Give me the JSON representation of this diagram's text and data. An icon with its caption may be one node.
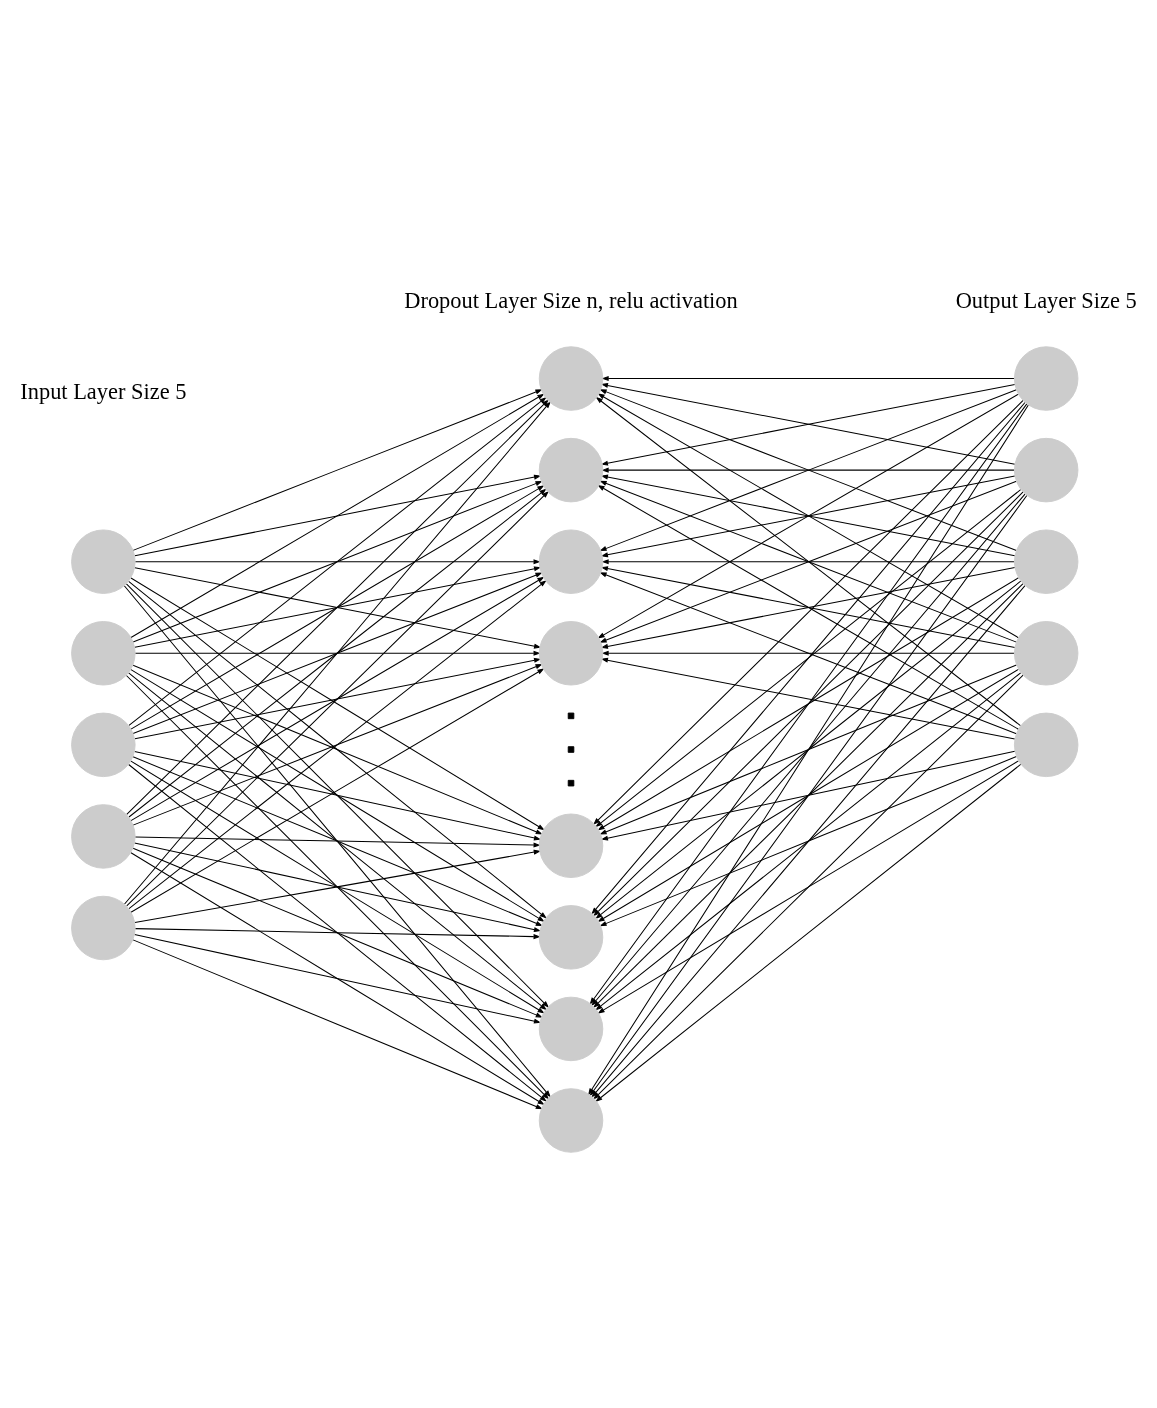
{
  "diagram": {
    "nodes": [
      {
        "text": [],
        "shape": "circle"
      },
      {
        "text": [],
        "shape": "circle"
      },
      {
        "text": [],
        "shape": "circle"
      },
      {
        "text": [],
        "shape": "circle"
      },
      {
        "text": [],
        "shape": "circle"
      },
      {
        "text": [],
        "shape": "circle"
      },
      {
        "text": [],
        "shape": "circle"
      },
      {
        "text": [],
        "shape": "circle"
      },
      {
        "text": [],
        "shape": "circle"
      },
      {
        "text": [],
        "shape": "circle"
      },
      {
        "text": [],
        "shape": "circle"
      },
      {
        "text": [],
        "shape": "circle"
      },
      {
        "text": [],
        "shape": "circle"
      },
      {
        "text": [],
        "shape": "circle"
      },
      {
        "text": [],
        "shape": "circle"
      },
      {
        "text": [],
        "shape": "circle"
      },
      {
        "text": [],
        "shape": "circle"
      },
      {
        "text": [],
        "shape": "circle"
      }
    ],
    "edges": [
      {
        "from": 0,
        "to": 5,
        "arrow": "to"
      },
      {
        "from": 0,
        "to": 6,
        "arrow": "to"
      },
      {
        "from": 0,
        "to": 7,
        "arrow": "to"
      },
      {
        "from": 0,
        "to": 8,
        "arrow": "to"
      },
      {
        "from": 0,
        "to": 9,
        "arrow": "to"
      },
      {
        "from": 0,
        "to": 10,
        "arrow": "to"
      },
      {
        "from": 0,
        "to": 11,
        "arrow": "to"
      },
      {
        "from": 0,
        "to": 12,
        "arrow": "to"
      },
      {
        "from": 1,
        "to": 5,
        "arrow": "to"
      },
      {
        "from": 1,
        "to": 6,
        "arrow": "to"
      },
      {
        "from": 1,
        "to": 7,
        "arrow": "to"
      },
      {
        "from": 1,
        "to": 8,
        "arrow": "to"
      },
      {
        "from": 1,
        "to": 9,
        "arrow": "to"
      },
      {
        "from": 1,
        "to": 10,
        "arrow": "to"
      },
      {
        "from": 1,
        "to": 11,
        "arrow": "to"
      },
      {
        "from": 1,
        "to": 12,
        "arrow": "to"
      },
      {
        "from": 2,
        "to": 5,
        "arrow": "to"
      },
      {
        "from": 2,
        "to": 6,
        "arrow": "to"
      },
      {
        "from": 2,
        "to": 7,
        "arrow": "to"
      },
      {
        "from": 2,
        "to": 8,
        "arrow": "to"
      },
      {
        "from": 2,
        "to": 9,
        "arrow": "to"
      },
      {
        "from": 2,
        "to": 10,
        "arrow": "to"
      },
      {
        "from": 2,
        "to": 11,
        "arrow": "to"
      },
      {
        "from": 2,
        "to": 12,
        "arrow": "to"
      },
      {
        "from": 3,
        "to": 5,
        "arrow": "to"
      },
      {
        "from": 3,
        "to": 6,
        "arrow": "to"
      },
      {
        "from": 3,
        "to": 7,
        "arrow": "to"
      },
      {
        "from": 3,
        "to": 8,
        "arrow": "to"
      },
      {
        "from": 3,
        "to": 9,
        "arrow": "to"
      },
      {
        "from": 3,
        "to": 10,
        "arrow": "to"
      },
      {
        "from": 3,
        "to": 11,
        "arrow": "to"
      },
      {
        "from": 3,
        "to": 12,
        "arrow": "to"
      },
      {
        "from": 4,
        "to": 5,
        "arrow": "to"
      },
      {
        "from": 4,
        "to": 6,
        "arrow": "to"
      },
      {
        "from": 4,
        "to": 7,
        "arrow": "to"
      },
      {
        "from": 4,
        "to": 8,
        "arrow": "to"
      },
      {
        "from": 4,
        "to": 9,
        "arrow": "to"
      },
      {
        "from": 4,
        "to": 10,
        "arrow": "to"
      },
      {
        "from": 4,
        "to": 11,
        "arrow": "to"
      },
      {
        "from": 4,
        "to": 12,
        "arrow": "to"
      },
      {
        "from": 13,
        "to": 5,
        "arrow": "to"
      },
      {
        "from": 13,
        "to": 6,
        "arrow": "to"
      },
      {
        "from": 13,
        "to": 7,
        "arrow": "to"
      },
      {
        "from": 13,
        "to": 8,
        "arrow": "to"
      },
      {
        "from": 13,
        "to": 9,
        "arrow": "to"
      },
      {
        "from": 13,
        "to": 10,
        "arrow": "to"
      },
      {
        "from": 13,
        "to": 11,
        "arrow": "to"
      },
      {
        "from": 13,
        "to": 12,
        "arrow": "to"
      },
      {
        "from": 14,
        "to": 5,
        "arrow": "to"
      },
      {
        "from": 14,
        "to": 6,
        "arrow": "to"
      },
      {
        "from": 14,
        "to": 7,
        "arrow": "to"
      },
      {
        "from": 14,
        "to": 8,
        "arrow": "to"
      },
      {
        "from": 14,
        "to": 9,
        "arrow": "to"
      },
      {
        "from": 14,
        "to": 10,
        "arrow": "to"
      },
      {
        "from": 14,
        "to": 11,
        "arrow": "to"
      },
      {
        "from": 14,
        "to": 12,
        "arrow": "to"
      },
      {
        "from": 15,
        "to": 5,
        "arrow": "to"
      },
      {
        "from": 15,
        "to": 6,
        "arrow": "to"
      },
      {
        "from": 15,
        "to": 7,
        "arrow": "to"
      },
      {
        "from": 15,
        "to": 8,
        "arrow": "to"
      },
      {
        "from": 15,
        "to": 9,
        "arrow": "to"
      },
      {
        "from": 15,
        "to": 10,
        "arrow": "to"
      },
      {
        "from": 15,
        "to": 11,
        "arrow": "to"
      },
      {
        "from": 15,
        "to": 12,
        "arrow": "to"
      },
      {
        "from": 16,
        "to": 5,
        "arrow": "to"
      },
      {
        "from": 16,
        "to": 6,
        "arrow": "to"
      },
      {
        "from": 16,
        "to": 7,
        "arrow": "to"
      },
      {
        "from": 16,
        "to": 8,
        "arrow": "to"
      },
      {
        "from": 16,
        "to": 9,
        "arrow": "to"
      },
      {
        "from": 16,
        "to": 10,
        "arrow": "to"
      },
      {
        "from": 16,
        "to": 11,
        "arrow": "to"
      },
      {
        "from": 16,
        "to": 12,
        "arrow": "to"
      },
      {
        "from": 17,
        "to": 5,
        "arrow": "to"
      },
      {
        "from": 17,
        "to": 6,
        "arrow": "to"
      },
      {
        "from": 17,
        "to": 7,
        "arrow": "to"
      },
      {
        "from": 17,
        "to": 8,
        "arrow": "to"
      },
      {
        "from": 17,
        "to": 9,
        "arrow": "to"
      },
      {
        "from": 17,
        "to": 10,
        "arrow": "to"
      },
      {
        "from": 17,
        "to": 11,
        "arrow": "to"
      },
      {
        "from": 17,
        "to": 12,
        "arrow": "to"
      }
    ],
    "labels": [
      "Input Layer Size 5",
      "Dropout Layer Size n, relu activation",
      "Output Layer Size 5"
    ]
  }
}
